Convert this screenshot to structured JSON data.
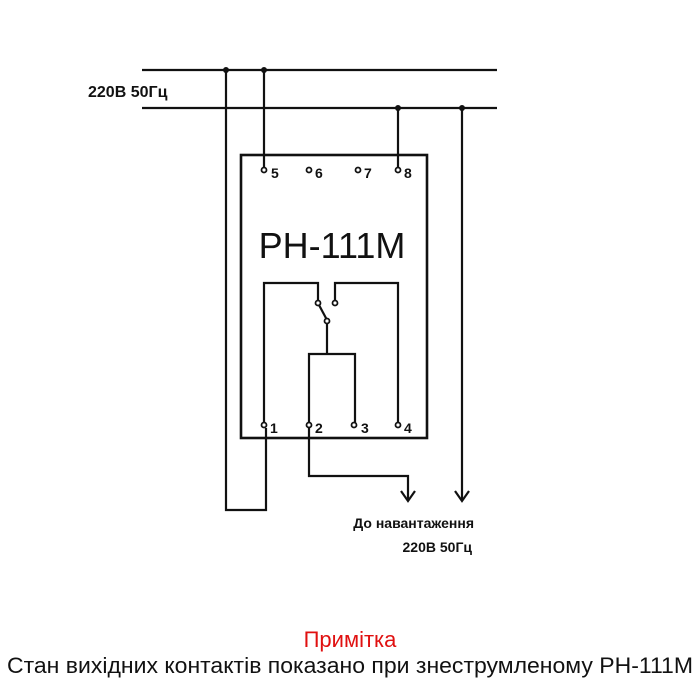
{
  "supply_label": "220В 50Гц",
  "device_name": "РН-111М",
  "terminals_top": [
    "5",
    "6",
    "7",
    "8"
  ],
  "terminals_bottom": [
    "1",
    "2",
    "3",
    "4"
  ],
  "load_label": "До навантаження",
  "load_voltage": "220В 50Гц",
  "note_title": "Примітка",
  "note_text": "Стан вихідних контактів показано при знеструмленому РН-111М",
  "colors": {
    "line": "#111111",
    "note_title": "#e01010"
  }
}
